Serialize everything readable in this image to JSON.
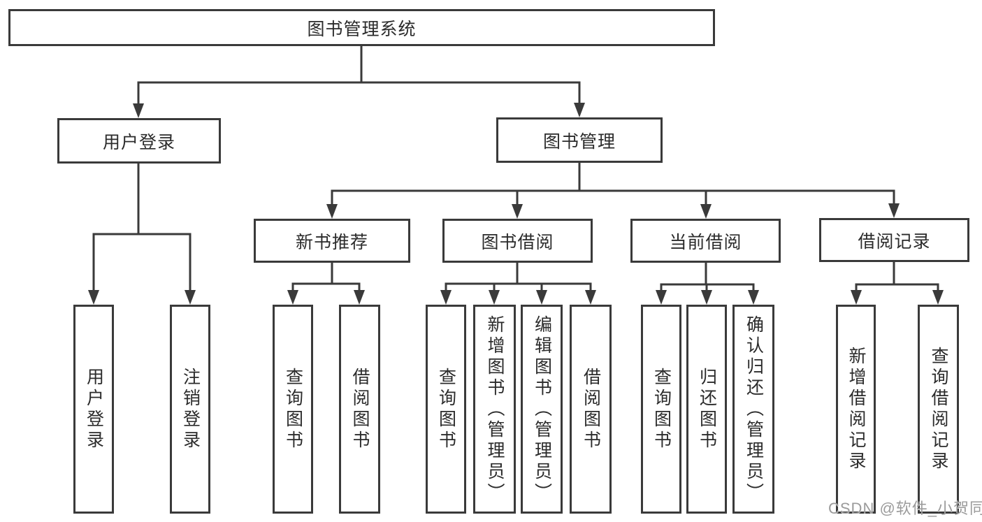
{
  "tree": {
    "label": "图书管理系统",
    "children": [
      {
        "label": "用户登录",
        "children": [
          {
            "label": "用户登录"
          },
          {
            "label": "注销登录"
          }
        ]
      },
      {
        "label": "图书管理",
        "children": [
          {
            "label": "新书推荐",
            "children": [
              {
                "label": "查询图书"
              },
              {
                "label": "借阅图书"
              }
            ]
          },
          {
            "label": "图书借阅",
            "children": [
              {
                "label": "查询图书"
              },
              {
                "label": "新增图书（管理员）"
              },
              {
                "label": "编辑图书（管理员）"
              },
              {
                "label": "借阅图书"
              }
            ]
          },
          {
            "label": "当前借阅",
            "children": [
              {
                "label": "查询图书"
              },
              {
                "label": "归还图书"
              },
              {
                "label": "确认归还（管理员）"
              }
            ]
          },
          {
            "label": "借阅记录",
            "children": [
              {
                "label": "新增借阅记录"
              },
              {
                "label": "查询借阅记录"
              }
            ]
          }
        ]
      }
    ]
  },
  "watermark": {
    "text": "CSDN @软件_小贺同学"
  },
  "colors": {
    "line": "#3a3a3a",
    "box_border": "#3a3a3a",
    "box_background": "#ffffff",
    "text": "#2b2b2b",
    "watermark": "#9b9b9b"
  }
}
